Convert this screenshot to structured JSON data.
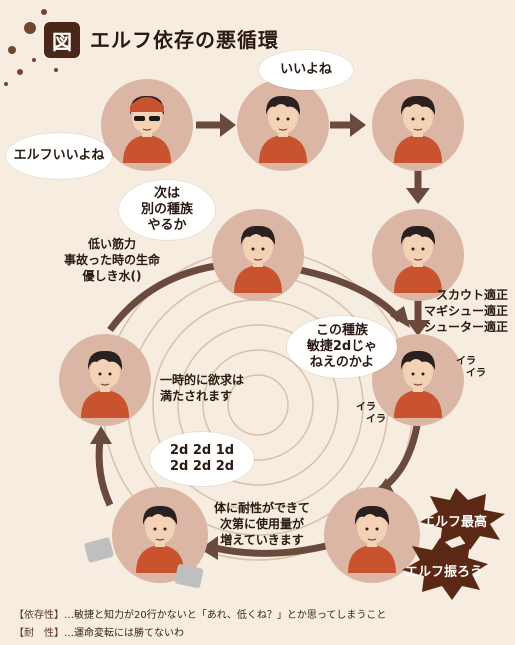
{
  "title": {
    "badge": "図",
    "text": "エルフ依存の悪循環"
  },
  "speech": {
    "top_left": "エルフいいよね",
    "top_middle": "いいよね",
    "next": [
      "次は",
      "別の種族",
      "やるか"
    ],
    "bin": [
      "この種族",
      "敏捷2dじゃ",
      "ねえのかよ"
    ],
    "dice": [
      "2d 2d 1d",
      "2d 2d 2d"
    ]
  },
  "labels": {
    "low_stats": [
      "低い筋力",
      "事故った時の生命",
      "優しき水()"
    ],
    "scout": [
      "スカウト適正",
      "マギシュー適正",
      "シューター適正"
    ],
    "satisfied": [
      "一時的に欲求は",
      "満たされます"
    ],
    "tolerance": [
      "体に耐性ができて",
      "次第に使用量が",
      "増えていきます"
    ],
    "irira_right": "イラ",
    "irira_right2": "イラ",
    "irira_left": "イラ",
    "irira_left2": "イラ"
  },
  "bursts": {
    "top": "エルフ最高",
    "bottom": "エルフ振ろう"
  },
  "notes": [
    {
      "key": "【依存性】",
      "text": "…敏捷と知力が20行かないと「あれ、低くね？」とか思ってしまうこと"
    },
    {
      "key": "【耐　性】",
      "text": "…運命変転には勝てないわ"
    }
  ],
  "colors": {
    "background": "#f6ece0",
    "node_circle": "#dcb6a4",
    "arrow": "#6b4a3e",
    "shirt": "#c9532e",
    "skin": "#f3d2b6",
    "hair": "#2b2020",
    "burst": "#5a2814"
  }
}
